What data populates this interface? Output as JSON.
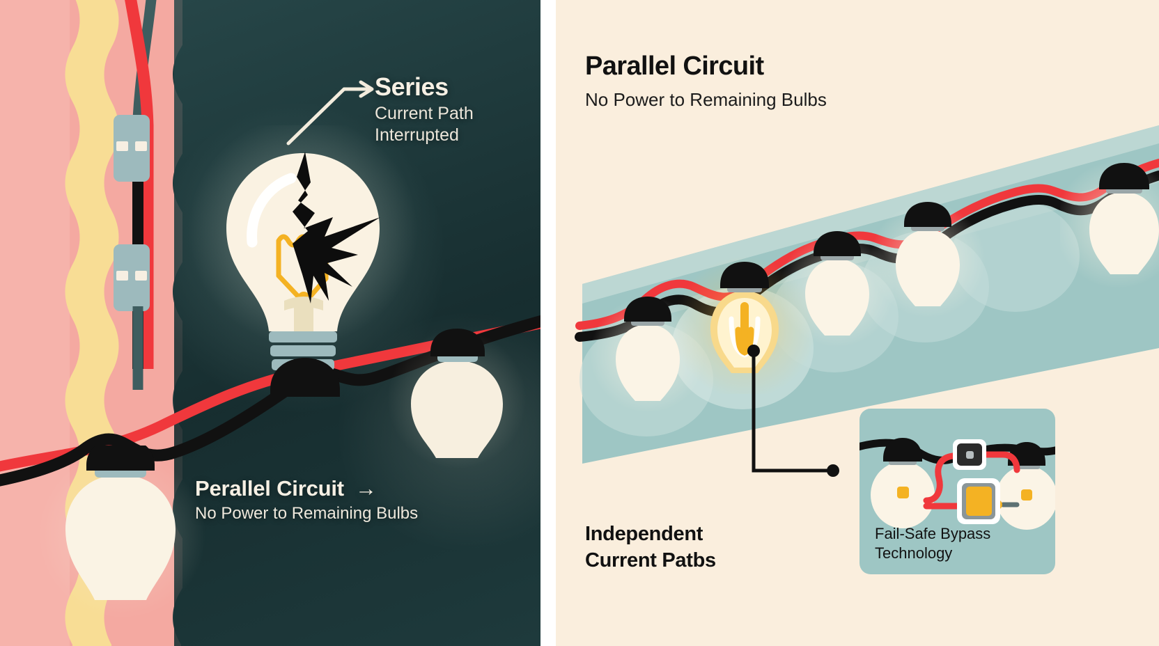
{
  "image": {
    "kind": "two-panel-infographic",
    "subject": "Series vs Parallel holiday light string circuit comparison"
  },
  "palette": {
    "left_panel_bg": "#1e3a3c",
    "left_pink": "#f4a9a1",
    "left_pink_light": "#f6b3ab",
    "left_yellow": "#f8dd95",
    "right_panel_bg": "#faeedd",
    "teal_band": "#9ec6c4",
    "wire_red": "#f0383c",
    "wire_black": "#111111",
    "bulb_glass": "#faf2e2",
    "filament_amber": "#f4b223",
    "socket_grey": "#9dbabd",
    "text_light": "#f6f0e4",
    "text_dark": "#111111"
  },
  "left_panel": {
    "name": "series-circuit-panel",
    "callout": {
      "title": "Series",
      "subtitle_line1": "Current Path",
      "subtitle_line2": "Interrupted",
      "arrow": "→"
    },
    "footer": {
      "title": "Perallel Circuit",
      "arrow": "→",
      "subtitle": "No Power to Remaining Bulbs"
    },
    "elements": {
      "broken_bulb": "cracked filament bulb, unlit",
      "dim_bulb": "dim unlit bulb to the right",
      "clips": 2,
      "vertical_cord": "black and red twisted cord with two connector clips"
    }
  },
  "right_panel": {
    "name": "parallel-circuit-panel",
    "header": {
      "title": "Parallel Circuit",
      "subtitle": "No Power to Remaining Bulbs"
    },
    "footer": {
      "line1": "Independent",
      "line2": "Current Patbs"
    },
    "inset": {
      "caption_line1": "Fail-Safe Bypass",
      "caption_line2": "Technology"
    },
    "bulbs": {
      "count": 5,
      "lit_index": 1,
      "lit_description": "second bulb glowing amber"
    }
  }
}
